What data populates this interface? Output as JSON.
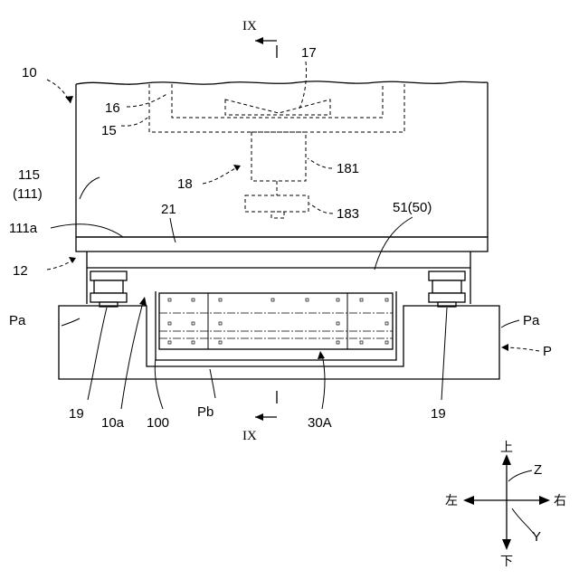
{
  "labels": {
    "section_top": "IX",
    "section_bottom": "IX",
    "ref_10": "10",
    "ref_16": "16",
    "ref_15": "15",
    "ref_17": "17",
    "ref_115": "115",
    "ref_111": "(111)",
    "ref_18": "18",
    "ref_181": "181",
    "ref_183": "183",
    "ref_111a": "111a",
    "ref_21": "21",
    "ref_51_50": "51(50)",
    "ref_12": "12",
    "ref_pa_left": "Pa",
    "ref_pa_right": "Pa",
    "ref_p": "P",
    "ref_19_left": "19",
    "ref_10a": "10a",
    "ref_100": "100",
    "ref_pb": "Pb",
    "ref_30a": "30A",
    "ref_19_right": "19"
  },
  "axes": {
    "up": "上",
    "down": "下",
    "left": "左",
    "right": "右",
    "z": "Z",
    "y": "Y"
  }
}
